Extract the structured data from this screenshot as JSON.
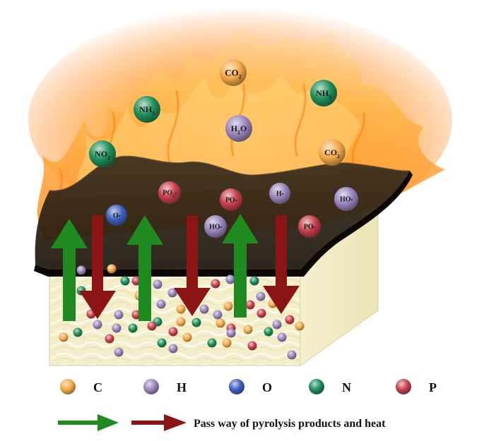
{
  "colors": {
    "C": "#f5a849",
    "H": "#9b86bf",
    "O": "#4060c0",
    "N": "#1e8f5a",
    "P": "#c7404e",
    "up_arrow": "#1f8a1f",
    "down_arrow": "#8b1414",
    "char_layer": "#2a2216",
    "substrate": "#f3efc8"
  },
  "gas_molecules": [
    {
      "id": "co2-top",
      "base": "CO",
      "sub": "2",
      "element": "C"
    },
    {
      "id": "nh3-left",
      "base": "NH",
      "sub": "3",
      "element": "N"
    },
    {
      "id": "nh3-right",
      "base": "NH",
      "sub": "3",
      "element": "N"
    },
    {
      "id": "h2o",
      "base": "H",
      "sub": "2",
      "tail": "O",
      "element": "H"
    },
    {
      "id": "no2",
      "base": "NO",
      "sub": "2",
      "element": "N"
    },
    {
      "id": "co2-right",
      "base": "CO",
      "sub": "2",
      "element": "C"
    }
  ],
  "radicals": [
    {
      "id": "po2-radical",
      "base": "PO",
      "sub": "2",
      "tail": "•",
      "element": "P"
    },
    {
      "id": "po-radical-1",
      "base": "PO",
      "tail": "•",
      "element": "P"
    },
    {
      "id": "h-radical",
      "base": "H",
      "tail": "•",
      "element": "H"
    },
    {
      "id": "ho-radical-1",
      "base": "HO",
      "tail": "•",
      "element": "H"
    },
    {
      "id": "o-radical",
      "base": "O",
      "tail": "•",
      "element": "O"
    },
    {
      "id": "ho-radical-2",
      "base": "HO",
      "tail": "•",
      "element": "H"
    },
    {
      "id": "po-radical-2",
      "base": "PO",
      "tail": "•",
      "element": "P"
    }
  ],
  "legend": {
    "elements": [
      {
        "key": "C",
        "label": "C"
      },
      {
        "key": "H",
        "label": "H"
      },
      {
        "key": "O",
        "label": "O"
      },
      {
        "key": "N",
        "label": "N"
      },
      {
        "key": "P",
        "label": "P"
      }
    ],
    "arrow_caption": "Pass way of pyrolysis products and heat"
  }
}
